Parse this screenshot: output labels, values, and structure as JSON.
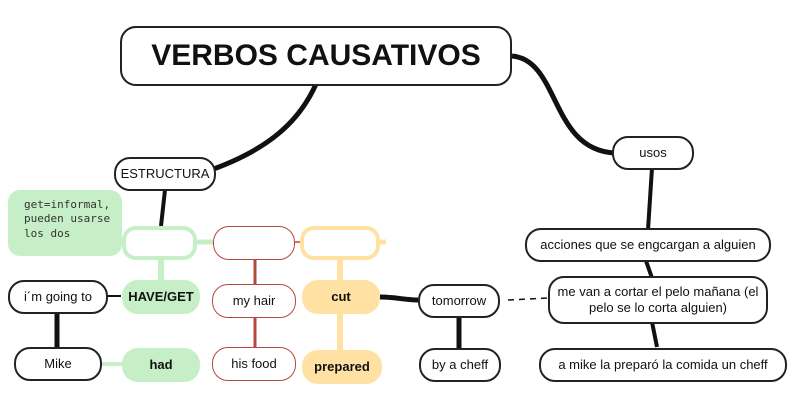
{
  "title": "VERBOS CAUSATIVOS",
  "estructura": "ESTRUCTURA",
  "usos": "usos",
  "note": "get=informal, pueden usarse los dos",
  "have_get": "HAVE/GET",
  "had": "had",
  "im_going_to": "i´m going to",
  "mike": "Mike",
  "my_hair": "my hair",
  "his_food": "his food",
  "cut": "cut",
  "prepared": "prepared",
  "tomorrow": "tomorrow",
  "by_a_cheff": "by a cheff",
  "usos_items": [
    "acciones que se engcargan a alguien",
    "me van a cortar el pelo mañana (el pelo se lo corta alguien)",
    "a mike la preparó la comida un cheff"
  ],
  "colors": {
    "green": "#c7efc7",
    "red": "#b8463f",
    "orange": "#ffe1a3",
    "line": "#111111"
  }
}
